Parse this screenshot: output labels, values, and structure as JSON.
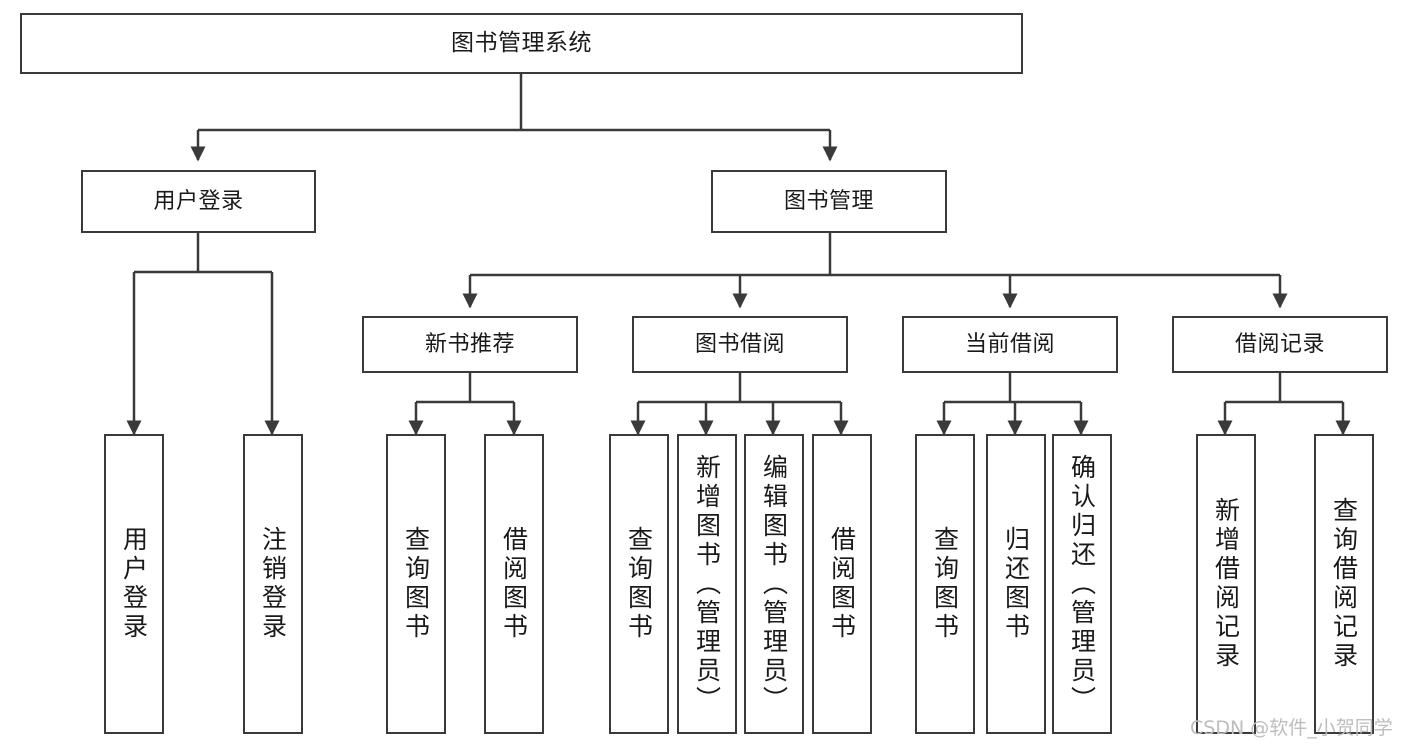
{
  "diagram": {
    "type": "tree-hierarchy-chart",
    "title": "图书管理系统",
    "orientation": "top-down",
    "line_color": "#3a3a3a",
    "box_border_color": "#3a3a3a",
    "box_fill_color": "#ffffff",
    "background_color": "#ffffff"
  },
  "nodes": {
    "root": {
      "label": "图书管理系统",
      "level": 0
    },
    "level1": [
      {
        "id": "user-login",
        "label": "用户登录"
      },
      {
        "id": "book-manage",
        "label": "图书管理"
      }
    ],
    "level2": [
      {
        "id": "new-book-recommend",
        "label": "新书推荐",
        "parent": "book-manage"
      },
      {
        "id": "book-borrow",
        "label": "图书借阅",
        "parent": "book-manage"
      },
      {
        "id": "current-borrow",
        "label": "当前借阅",
        "parent": "book-manage"
      },
      {
        "id": "borrow-record",
        "label": "借阅记录",
        "parent": "book-manage"
      }
    ],
    "leaves": {
      "user-login": [
        {
          "id": "leaf-user-login",
          "label": "用户登录"
        },
        {
          "id": "leaf-logout-login",
          "label": "注销登录"
        }
      ],
      "new-book-recommend": [
        {
          "id": "leaf-query-book-1",
          "label": "查询图书"
        },
        {
          "id": "leaf-borrow-book-1",
          "label": "借阅图书"
        }
      ],
      "book-borrow": [
        {
          "id": "leaf-query-book-2",
          "label": "查询图书"
        },
        {
          "id": "leaf-add-book",
          "label": "新增图书（管理员）"
        },
        {
          "id": "leaf-edit-book",
          "label": "编辑图书（管理员）"
        },
        {
          "id": "leaf-borrow-book-2",
          "label": "借阅图书"
        }
      ],
      "current-borrow": [
        {
          "id": "leaf-query-book-3",
          "label": "查询图书"
        },
        {
          "id": "leaf-return-book",
          "label": "归还图书"
        },
        {
          "id": "leaf-confirm-return",
          "label": "确认归还（管理员）"
        }
      ],
      "borrow-record": [
        {
          "id": "leaf-add-record",
          "label": "新增借阅记录"
        },
        {
          "id": "leaf-query-record",
          "label": "查询借阅记录"
        }
      ]
    }
  },
  "watermark": {
    "text": "CSDN @软件_小贺同学",
    "color": "#bdbdbd"
  }
}
